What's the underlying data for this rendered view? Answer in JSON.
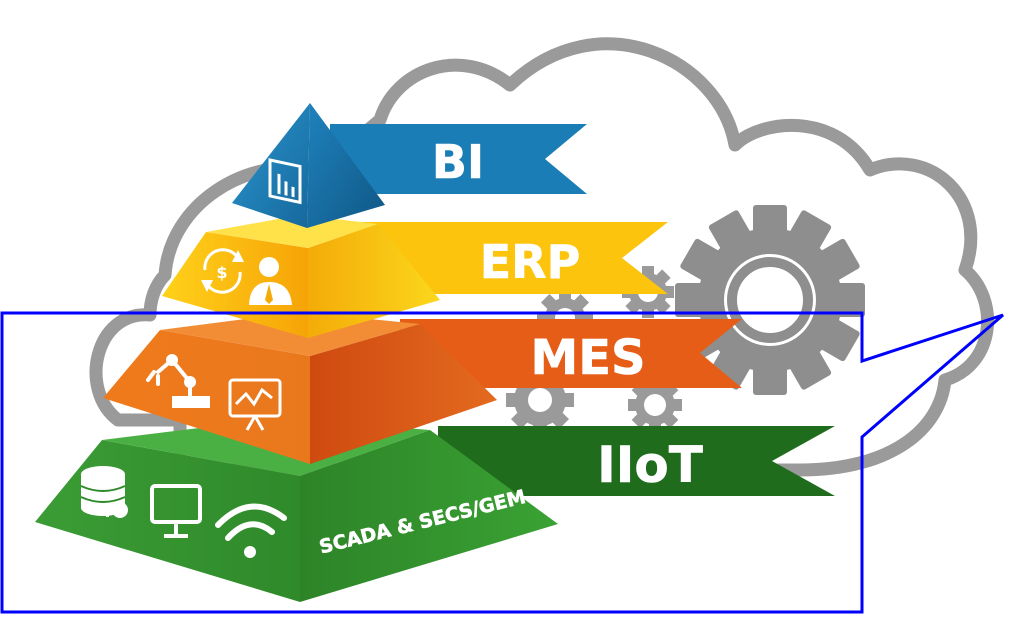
{
  "diagram": {
    "layers": [
      {
        "id": "bi",
        "label": "BI",
        "color": "#1a7db5",
        "icons": [
          "bar-chart-icon"
        ]
      },
      {
        "id": "erp",
        "label": "ERP",
        "color": "#fcc40c",
        "icons": [
          "currency-cycle-icon",
          "business-user-icon"
        ]
      },
      {
        "id": "mes",
        "label": "MES",
        "color": "#e65d17",
        "icons": [
          "robot-arm-icon",
          "monitor-chart-icon"
        ]
      },
      {
        "id": "iiot",
        "label": "IIoT",
        "color": "#1f6d1c",
        "icons": [
          "database-key-icon",
          "computer-icon",
          "wifi-icon"
        ]
      }
    ],
    "base_text": "SCADA & SECS/GEM",
    "background_icons": [
      "cloud-icon",
      "gear-icon"
    ],
    "overlay_color": "#0000ff"
  }
}
